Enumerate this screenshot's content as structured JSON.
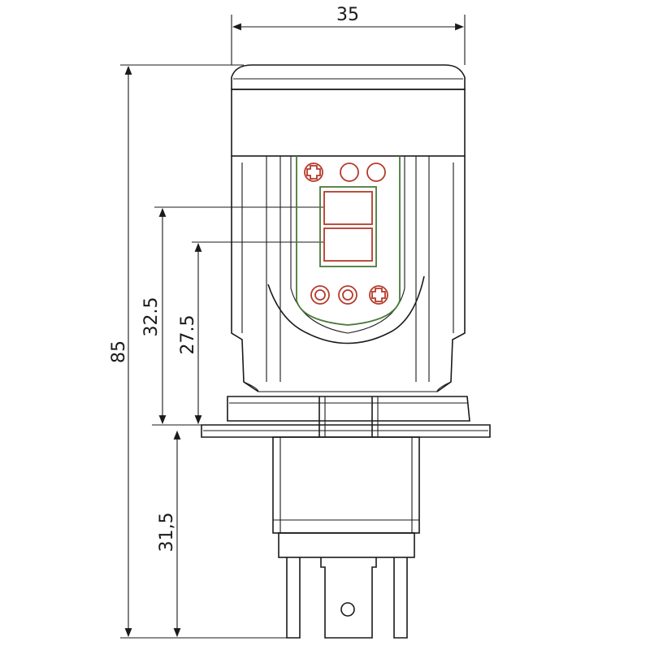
{
  "dimensions": {
    "top_width": "35",
    "total_height": "85",
    "height_a": "32.5",
    "height_b": "27.5",
    "base_height": "31,5"
  },
  "colors": {
    "line": "#1a1a1a",
    "board_outline": "#4a7a38",
    "screw_and_led": "#b53a2a"
  },
  "icons": {
    "screw": "phillips-screw-icon",
    "led": "led-ring-icon"
  }
}
